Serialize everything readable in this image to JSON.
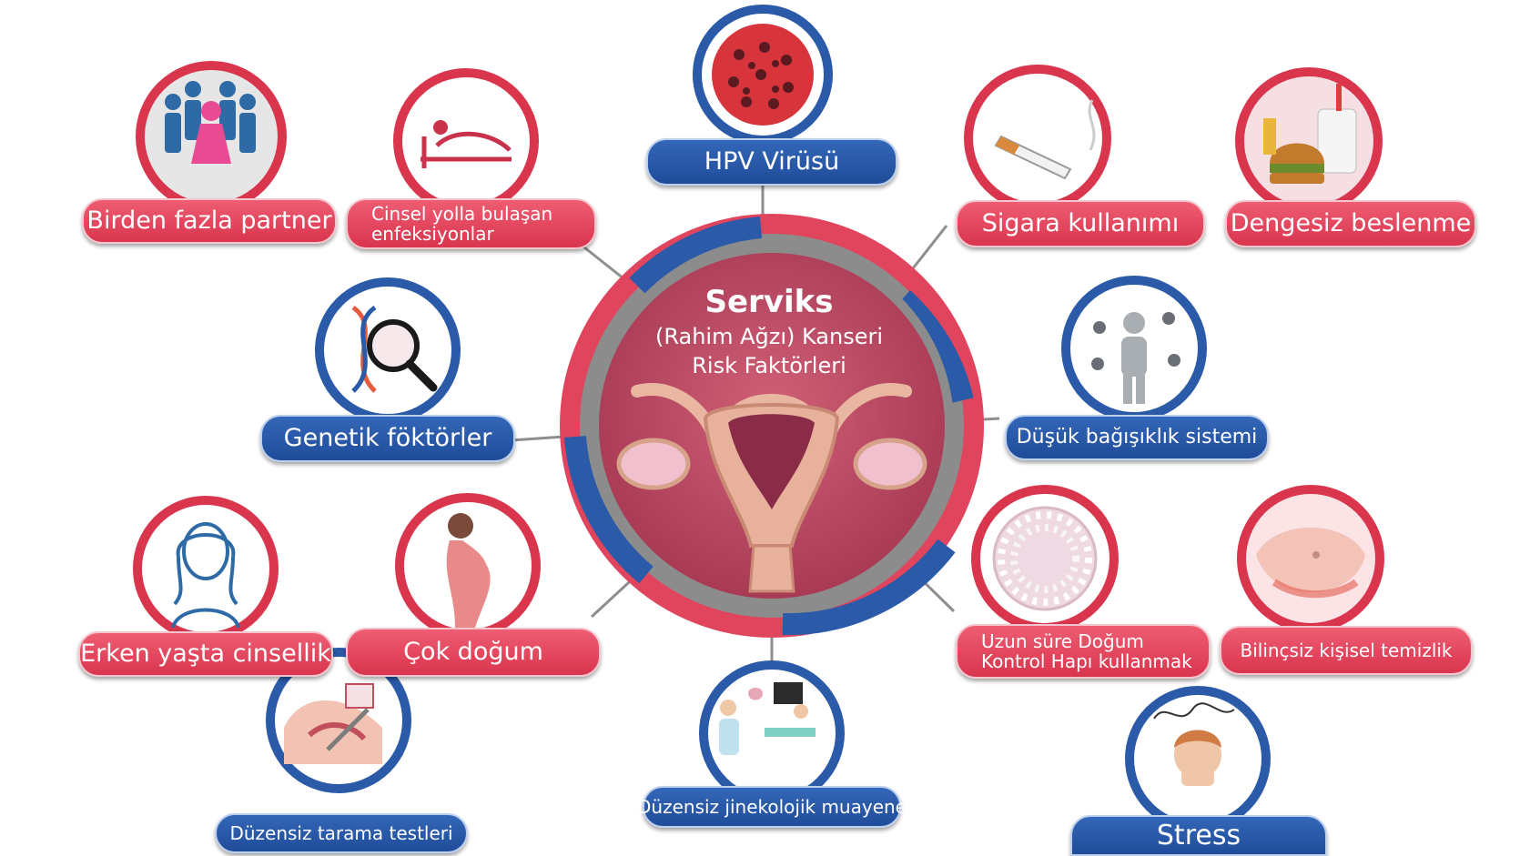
{
  "center": {
    "title": "Serviks",
    "subtitle": "(Rahim Ağzı) Kanseri",
    "subtitle2": "Risk Faktörleri"
  },
  "factors": {
    "multiple_partners": "Birden fazla partner",
    "sti": "Cinsel yolla bulaşan enfeksiyonlar",
    "hpv": "HPV Virüsü",
    "smoking": "Sigara kullanımı",
    "diet": "Dengesiz beslenme",
    "genetic": "Genetik föktörler",
    "immunity": "Düşük bağışıklık sistemi",
    "early_sexuality": "Erken yaşta cinsellik",
    "many_births": "Çok doğum",
    "pill": "Uzun süre Doğum Kontrol Hapı kullanmak",
    "hygiene": "Bilinçsiz kişisel temizlik",
    "screening": "Düzensiz tarama testleri",
    "gyn_exam": "Düzensiz jinekolojik muayene",
    "stress": "Stress"
  },
  "icons": {
    "multiple_partners": "people-group-icon",
    "sti": "bed-patient-icon",
    "hpv": "virus-icon",
    "smoking": "cigarette-icon",
    "diet": "fast-food-icon",
    "genetic": "dna-magnifier-icon",
    "immunity": "body-germs-icon",
    "early_sexuality": "girl-portrait-icon",
    "many_births": "pregnant-woman-icon",
    "pill": "pill-pack-icon",
    "hygiene": "belly-icon",
    "screening": "pelvic-exam-icon",
    "gyn_exam": "ultrasound-exam-icon",
    "stress": "stressed-woman-icon",
    "center": "uterus-icon"
  },
  "colors": {
    "pink": "#e0455d",
    "blue": "#2a5aa8",
    "ring_gray": "#8b8b8b",
    "circle_fill": "#c74a62"
  }
}
